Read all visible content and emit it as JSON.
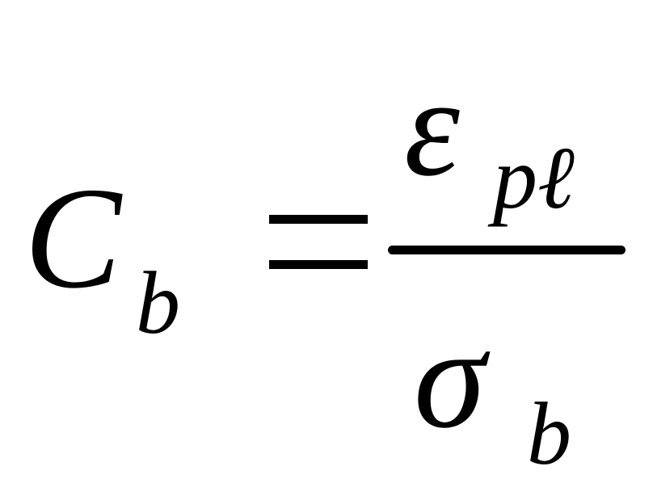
{
  "formula": {
    "lhs": {
      "symbol": "C",
      "subscript": "b"
    },
    "operator": "=",
    "fraction": {
      "numerator": {
        "symbol": "ε",
        "subscript": "pℓ"
      },
      "denominator": {
        "symbol": "σ",
        "subscript": "b"
      }
    }
  }
}
